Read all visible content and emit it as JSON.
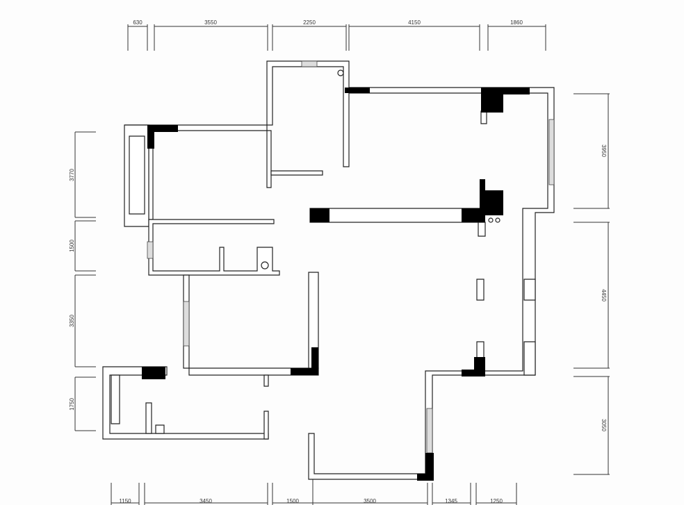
{
  "dimensions": {
    "top": [
      "630",
      "3550",
      "2250",
      "4150",
      "1860"
    ],
    "bottom": [
      "1150",
      "3450",
      "1500",
      "3500",
      "1345",
      "1250"
    ],
    "left": [
      "3770",
      "1500",
      "3350",
      "1750"
    ],
    "right": [
      "3950",
      "4450",
      "3050"
    ]
  }
}
